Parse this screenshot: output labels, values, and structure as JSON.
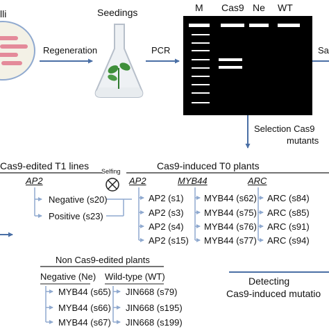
{
  "labels": {
    "calli": "lli",
    "seedings": "Seedings",
    "regeneration": "Regeneration",
    "pcr": "PCR",
    "gel_m": "M",
    "gel_cas9": "Cas9",
    "gel_ne": "Ne",
    "gel_wt": "WT",
    "right_cut": "Sa",
    "selection_line1": "Selection Cas9",
    "selection_line2": "mutants",
    "t1_lines": "Cas9-edited T1 lines",
    "selfing": "Selfing",
    "t0_plants": "Cas9-induced T0 plants",
    "non_edited": "Non Cas9-edited plants",
    "negative_ne": "Negative (Ne)",
    "wild_type": "Wild-type (WT)",
    "detecting_line1": "Detecting",
    "detecting_line2": "Cas9-induced mutatio"
  },
  "t1": {
    "gene": "AP2",
    "items": [
      "Negative (s20)",
      "Positive (s23)"
    ]
  },
  "t0": {
    "genes": [
      "AP2",
      "MYB44",
      "ARC"
    ],
    "ap2": [
      "AP2 (s1)",
      "AP2 (s3)",
      "AP2 (s4)",
      "AP2 (s15)"
    ],
    "myb44": [
      "MYB44 (s62)",
      "MYB44 (s75)",
      "MYB44 (s76)",
      "MYB44 (s77)"
    ],
    "arc": [
      "ARC (s84)",
      "ARC (s85)",
      "ARC (s91)",
      "ARC (s94)"
    ]
  },
  "non_edited": {
    "ne": [
      "MYB44 (s65)",
      "MYB44 (s66)",
      "MYB44 (s67)"
    ],
    "wt": [
      "JIN668 (s79)",
      "JIN668 (s195)",
      "JIN668 (s199)"
    ]
  },
  "colors": {
    "arrow_blue": "#4a6fa5",
    "tree_blue": "#8fa9cf",
    "gel_bg": "#000000",
    "band": "#ffffff",
    "dish_pink": "#e48a9a",
    "dish_fill": "#f3f1e6",
    "plant_green": "#3f8f3a"
  }
}
